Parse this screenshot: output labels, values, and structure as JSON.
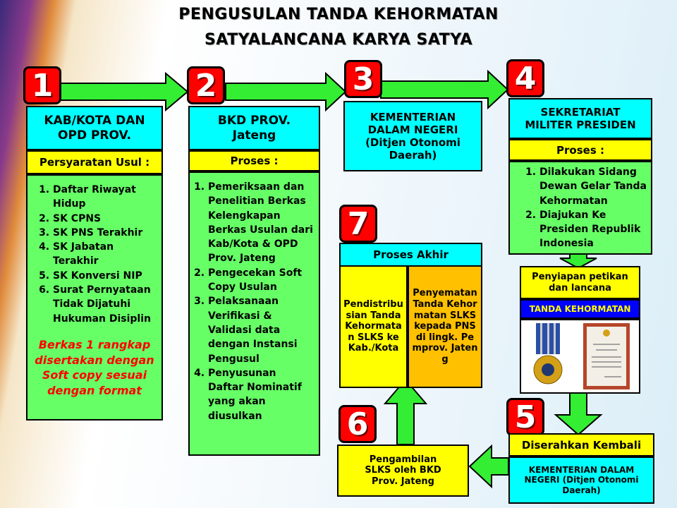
{
  "title": {
    "line1": "PENGUSULAN TANDA KEHORMATAN",
    "line2": "SATYALANCANA KARYA SATYA"
  },
  "step1": {
    "number": "1",
    "header": "KAB/KOTA DAN OPD PROV.",
    "subheader": "Persyaratan Usul :",
    "items": [
      "Daftar Riwayat Hidup",
      "SK CPNS",
      "SK PNS Terakhir",
      "SK Jabatan Terakhir",
      "SK Konversi NIP",
      "Surat Pernyataan Tidak Dijatuhi Hukuman Disiplin"
    ],
    "note": "Berkas 1 rangkap disertakan dengan Soft copy sesuai dengan format"
  },
  "step2": {
    "number": "2",
    "header": "BKD PROV. Jateng",
    "subheader": "Proses :",
    "items": [
      "Pemeriksaan dan Penelitian Berkas Kelengkapan Berkas Usulan dari Kab/Kota & OPD Prov. Jateng",
      "Pengecekan Soft Copy Usulan",
      "Pelaksanaan Verifikasi & Validasi data dengan Instansi Pengusul",
      "Penyusunan Daftar Nominatif yang akan diusulkan"
    ]
  },
  "step3": {
    "number": "3",
    "header": "KEMENTERIAN DALAM NEGERI (Ditjen Otonomi Daerah)"
  },
  "step4": {
    "number": "4",
    "header": "SEKRETARIAT MILITER PRESIDEN",
    "subheader": "Proses :",
    "items": [
      "Dilakukan Sidang Dewan Gelar Tanda Kehormatan",
      "Diajukan Ke Presiden Republik Indonesia"
    ]
  },
  "medal": {
    "header": "Penyiapan petikan dan lancana",
    "label": "TANDA KEHORMATAN"
  },
  "step5": {
    "number": "5",
    "header": "Diserahkan Kembali",
    "body": "KEMENTERIAN DALAM NEGERI (Ditjen Otonomi Daerah)"
  },
  "step6": {
    "number": "6",
    "body": "Pengambilan SLKS oleh BKD Prov. Jateng"
  },
  "step7": {
    "number": "7",
    "header": "Proses Akhir",
    "left": "Pendistribusian Tanda Kehormatan SLKS ke Kab./Kota",
    "right": "Penyematan Tanda Kehormatan SLKS kepada PNS di lingk. Pemprov. Jateng"
  },
  "colors": {
    "green": "#66ff66",
    "cyan": "#00ffff",
    "yellow": "#ffff00",
    "orange": "#ffc000",
    "red": "#ff0000"
  }
}
